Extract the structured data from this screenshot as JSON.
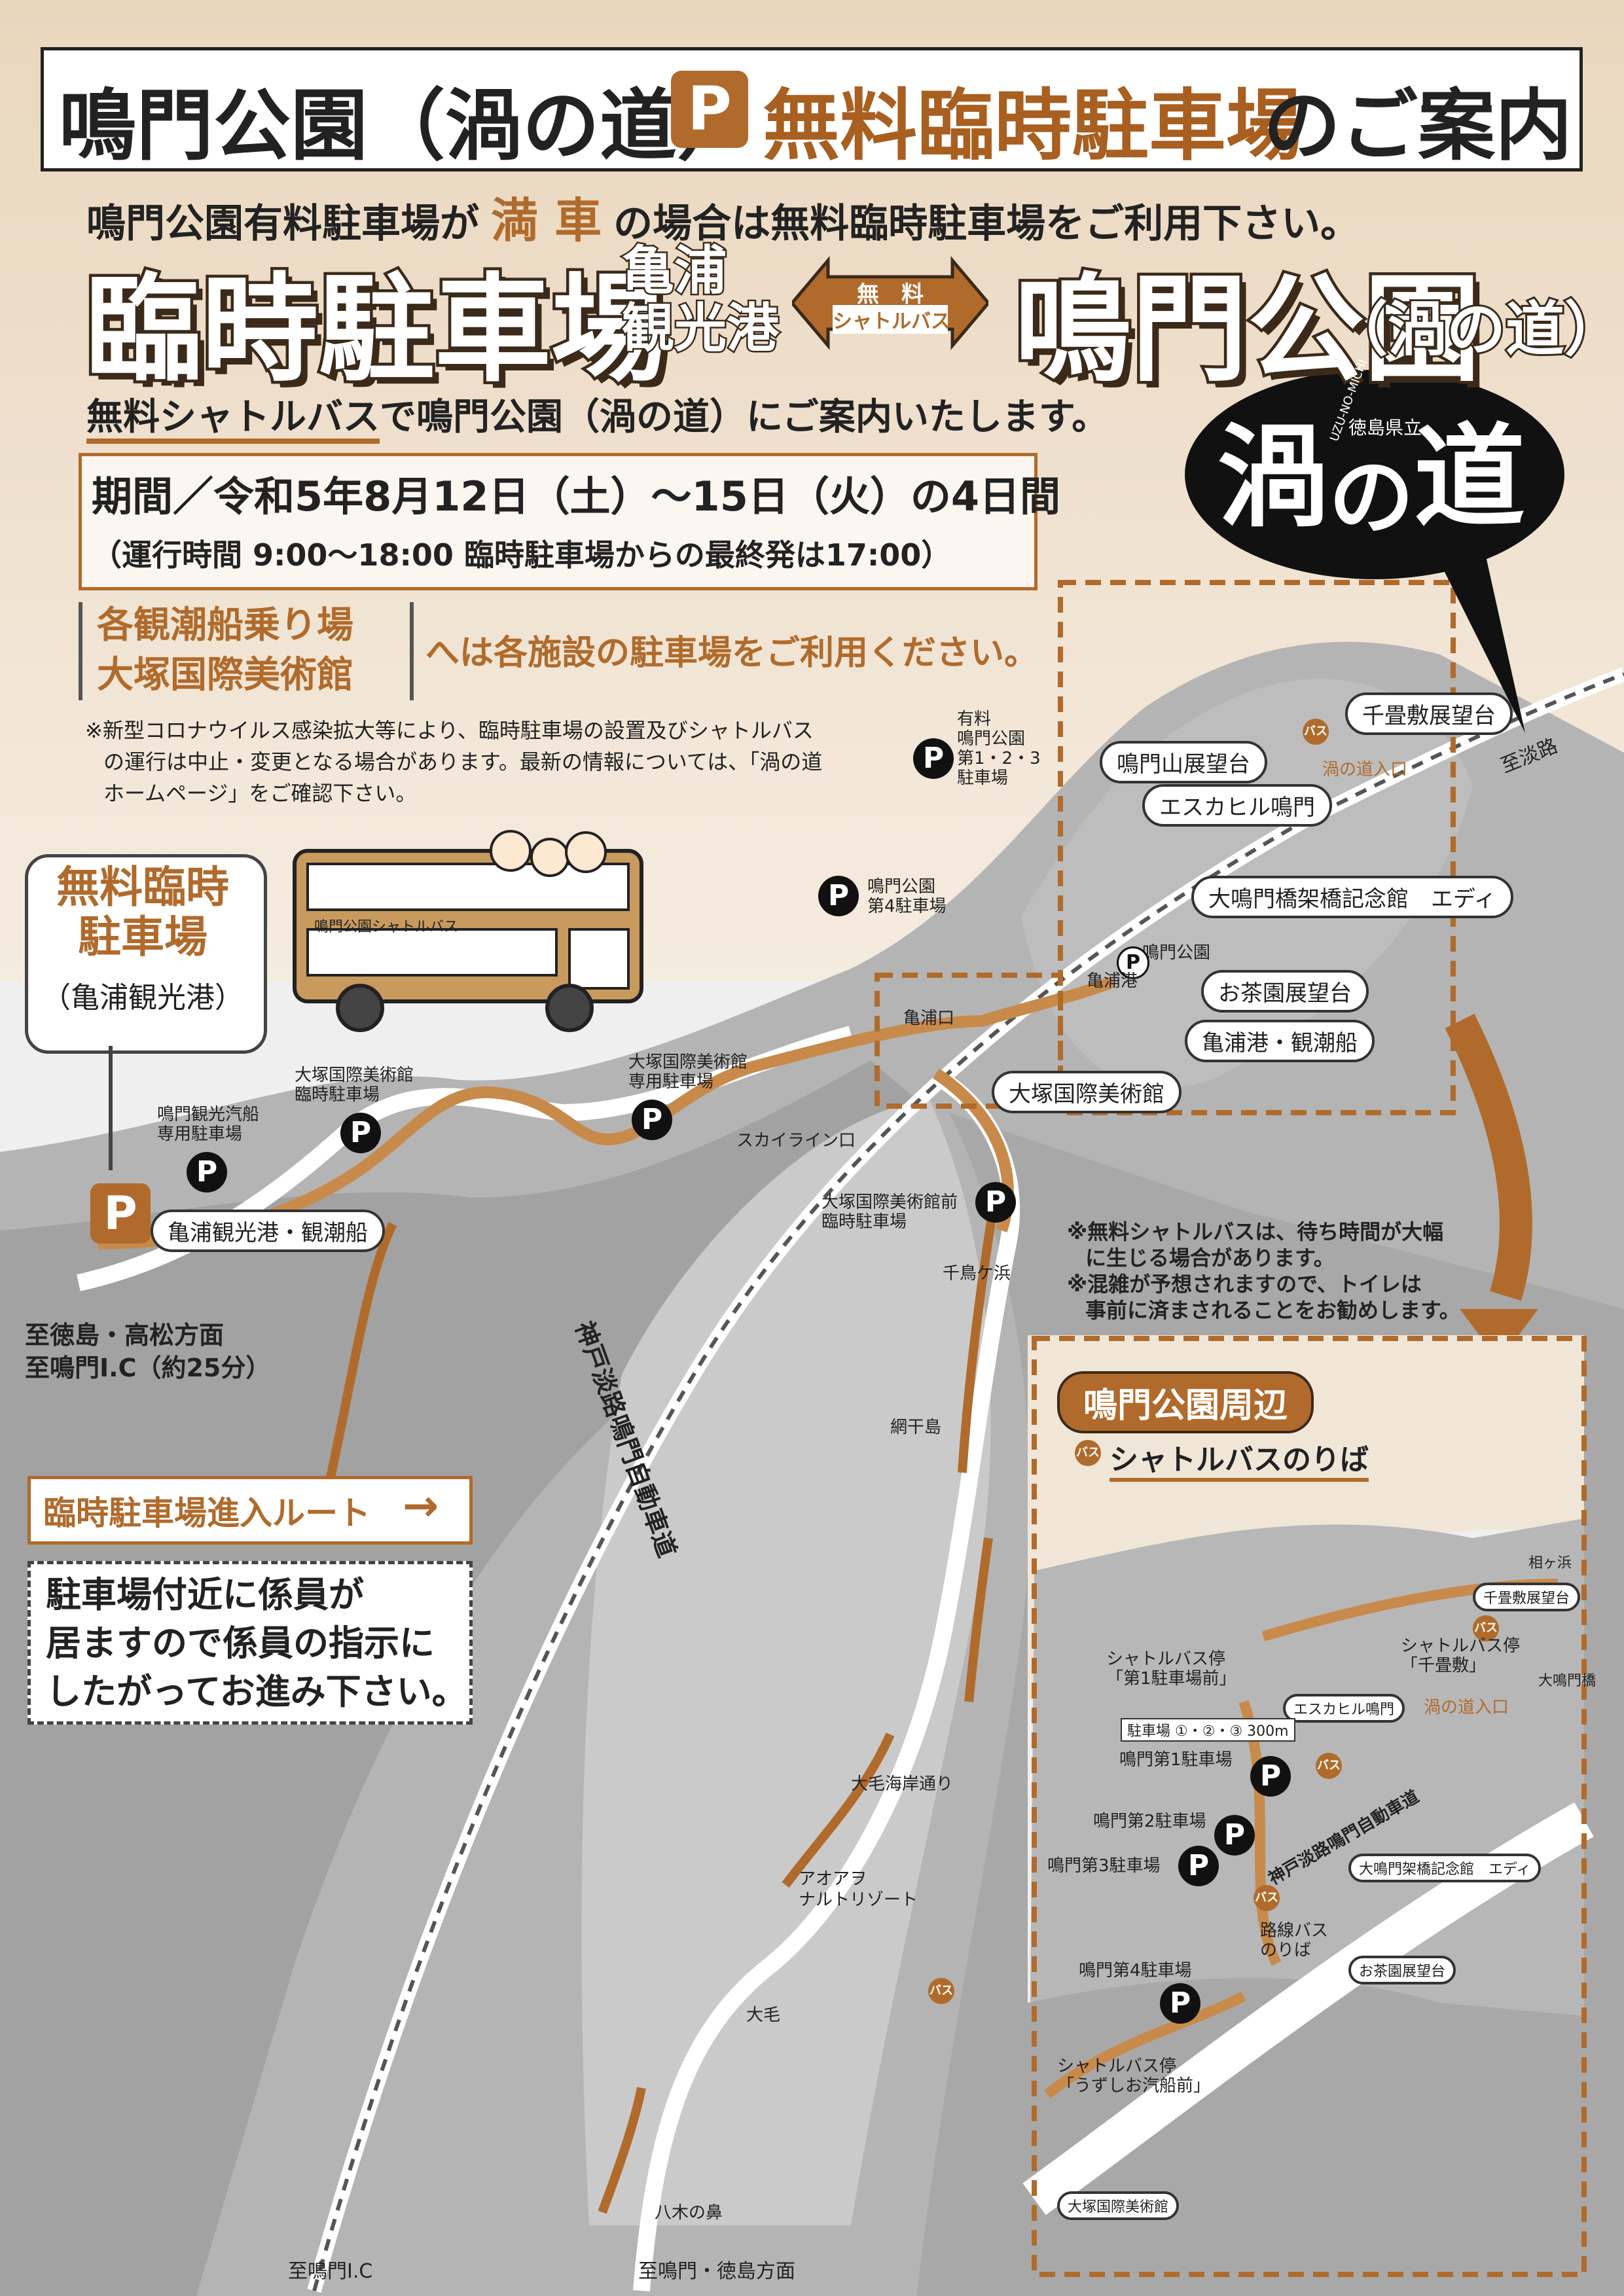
{
  "header": {
    "title_a": "鳴門公園（渦の道）",
    "parking_mark": "P",
    "title_b": "無料臨時駐車場",
    "title_c": "のご案内"
  },
  "intro": {
    "line_a": "鳴門公園有料駐車場が",
    "full": "満 車",
    "line_b": "の場合は無料臨時駐車場をご利用下さい。"
  },
  "route_banner": {
    "left": "臨時駐車場",
    "left_sub_1": "亀浦",
    "left_sub_2": "観光港",
    "mid_1": "無　料",
    "mid_2": "シャトルバス",
    "right": "鳴門公園",
    "right_sub": "（渦の道）"
  },
  "guide": {
    "underlined": "無料シャトルバス",
    "rest": "で鳴門公園（渦の道）にご案内いたします。"
  },
  "period": {
    "line1": "期間／令和5年8月12日（土）〜15日（火）の4日間",
    "line2": "（運行時間 9:00〜18:00 臨時駐車場からの最終発は17:00）"
  },
  "facility_note": {
    "item1": "各観潮船乗り場",
    "item2": "大塚国際美術館",
    "text": "へは各施設の駐車場をご利用ください。"
  },
  "covid_note": {
    "line1": "※新型コロナウイルス感染拡大等により、臨時駐車場の設置及びシャトルバス",
    "line2": "の運行は中止・変更となる場合があります。最新の情報については、「渦の道",
    "line3": "ホームページ」をご確認下さい。"
  },
  "logo": {
    "pref": "徳島県立",
    "uzu": "渦",
    "no": "の",
    "michi": "道",
    "roman": "UZU-NO-MICHI"
  },
  "bus_sign": "鳴門公園シャトルバス",
  "temp_parking": {
    "line1": "無料臨時",
    "line2": "駐車場",
    "line3": "（亀浦観光港）"
  },
  "map_labels": {
    "paid_parking_1": "有料",
    "paid_parking_2": "鳴門公園",
    "paid_parking_3": "第1・2・3",
    "paid_parking_4": "駐車場",
    "park4_1": "鳴門公園",
    "park4_2": "第4駐車場",
    "senjojiki": "千畳敷展望台",
    "uzu_entrance": "渦の道入口",
    "to_awaji": "至淡路",
    "narutoyama": "鳴門山展望台",
    "escahill": "エスカヒル鳴門",
    "bridge_museum": "大鳴門橋架橋記念館　エディ",
    "naruto_park": "鳴門公園",
    "kameura_port": "亀浦港",
    "ochaen": "お茶園展望台",
    "kameura_kanchosen": "亀浦港・観潮船",
    "kameura_guchi": "亀浦口",
    "otsuka": "大塚国際美術館",
    "skyline": "スカイライン口",
    "otsuka_private_1": "大塚国際美術館",
    "otsuka_private_2": "専用駐車場",
    "otsuka_temp_1": "大塚国際美術館",
    "otsuka_temp_2": "臨時駐車場",
    "kanko_kisen_1": "鳴門観光汽船",
    "kanko_kisen_2": "専用駐車場",
    "otsuka_front_1": "大塚国際美術館前",
    "otsuka_front_2": "臨時駐車場",
    "chidorigahama": "千鳥ケ浜",
    "amihoshi": "網干島",
    "kameura_kancho_bottom": "亀浦観光港・観潮船",
    "to_tokushima_1": "至徳島・高松方面",
    "to_tokushima_2": "至鳴門I.C（約25分）",
    "expressway": "神戸淡路鳴門自動車道",
    "omoge_kaigan": "大毛海岸通り",
    "aoawo_1": "アオアヲ",
    "aoawo_2": "ナルトリゾート",
    "omoge": "大毛",
    "yaginohana": "八木の鼻",
    "to_naruto_ic": "至鳴門I.C",
    "to_naruto_tokushima": "至鳴門・徳島方面"
  },
  "wait_note": {
    "line1": "※無料シャトルバスは、待ち時間が大幅",
    "line2": "に生じる場合があります。",
    "line3": "※混雑が予想されますので、トイレは",
    "line4": "事前に済まされることをお勧めします。"
  },
  "route_legend": {
    "label": "臨時駐車場進入ルート",
    "arrow": "→"
  },
  "staff_note": {
    "line1": "駐車場付近に係員が",
    "line2": "居ますので係員の指示に",
    "line3": "したがってお進み下さい。"
  },
  "inset": {
    "title": "鳴門公園周辺",
    "bus_mark": "バス",
    "bus_stop_label": "シャトルバスのりば",
    "aioihama": "相ヶ浜",
    "senjojiki": "千畳敷展望台",
    "stop_senjojiki_1": "シャトルバス停",
    "stop_senjojiki_2": "「千畳敷」",
    "onaruto_bridge": "大鳴門橋",
    "stop_park1_1": "シャトルバス停",
    "stop_park1_2": "「第1駐車場前」",
    "escahill": "エスカヒル鳴門",
    "uzu_entrance": "渦の道入口",
    "distance": "駐車場 ①・②・③ 300m",
    "park1": "鳴門第1駐車場",
    "park2": "鳴門第2駐車場",
    "park3": "鳴門第3駐車場",
    "expressway": "神戸淡路鳴門自動車道",
    "bridge_museum": "大鳴門架橋記念館　エディ",
    "route_bus_1": "路線バス",
    "route_bus_2": "のりば",
    "ochaen": "お茶園展望台",
    "park4": "鳴門第4駐車場",
    "stop_uzushio_1": "シャトルバス停",
    "stop_uzushio_2": "「うずしお汽船前」",
    "otsuka": "大塚国際美術館"
  },
  "colors": {
    "accent": "#b06b2c",
    "road": "#c88a4a",
    "land": "#a9a9a9",
    "sea": "#eeeeee",
    "ink": "#222222"
  }
}
